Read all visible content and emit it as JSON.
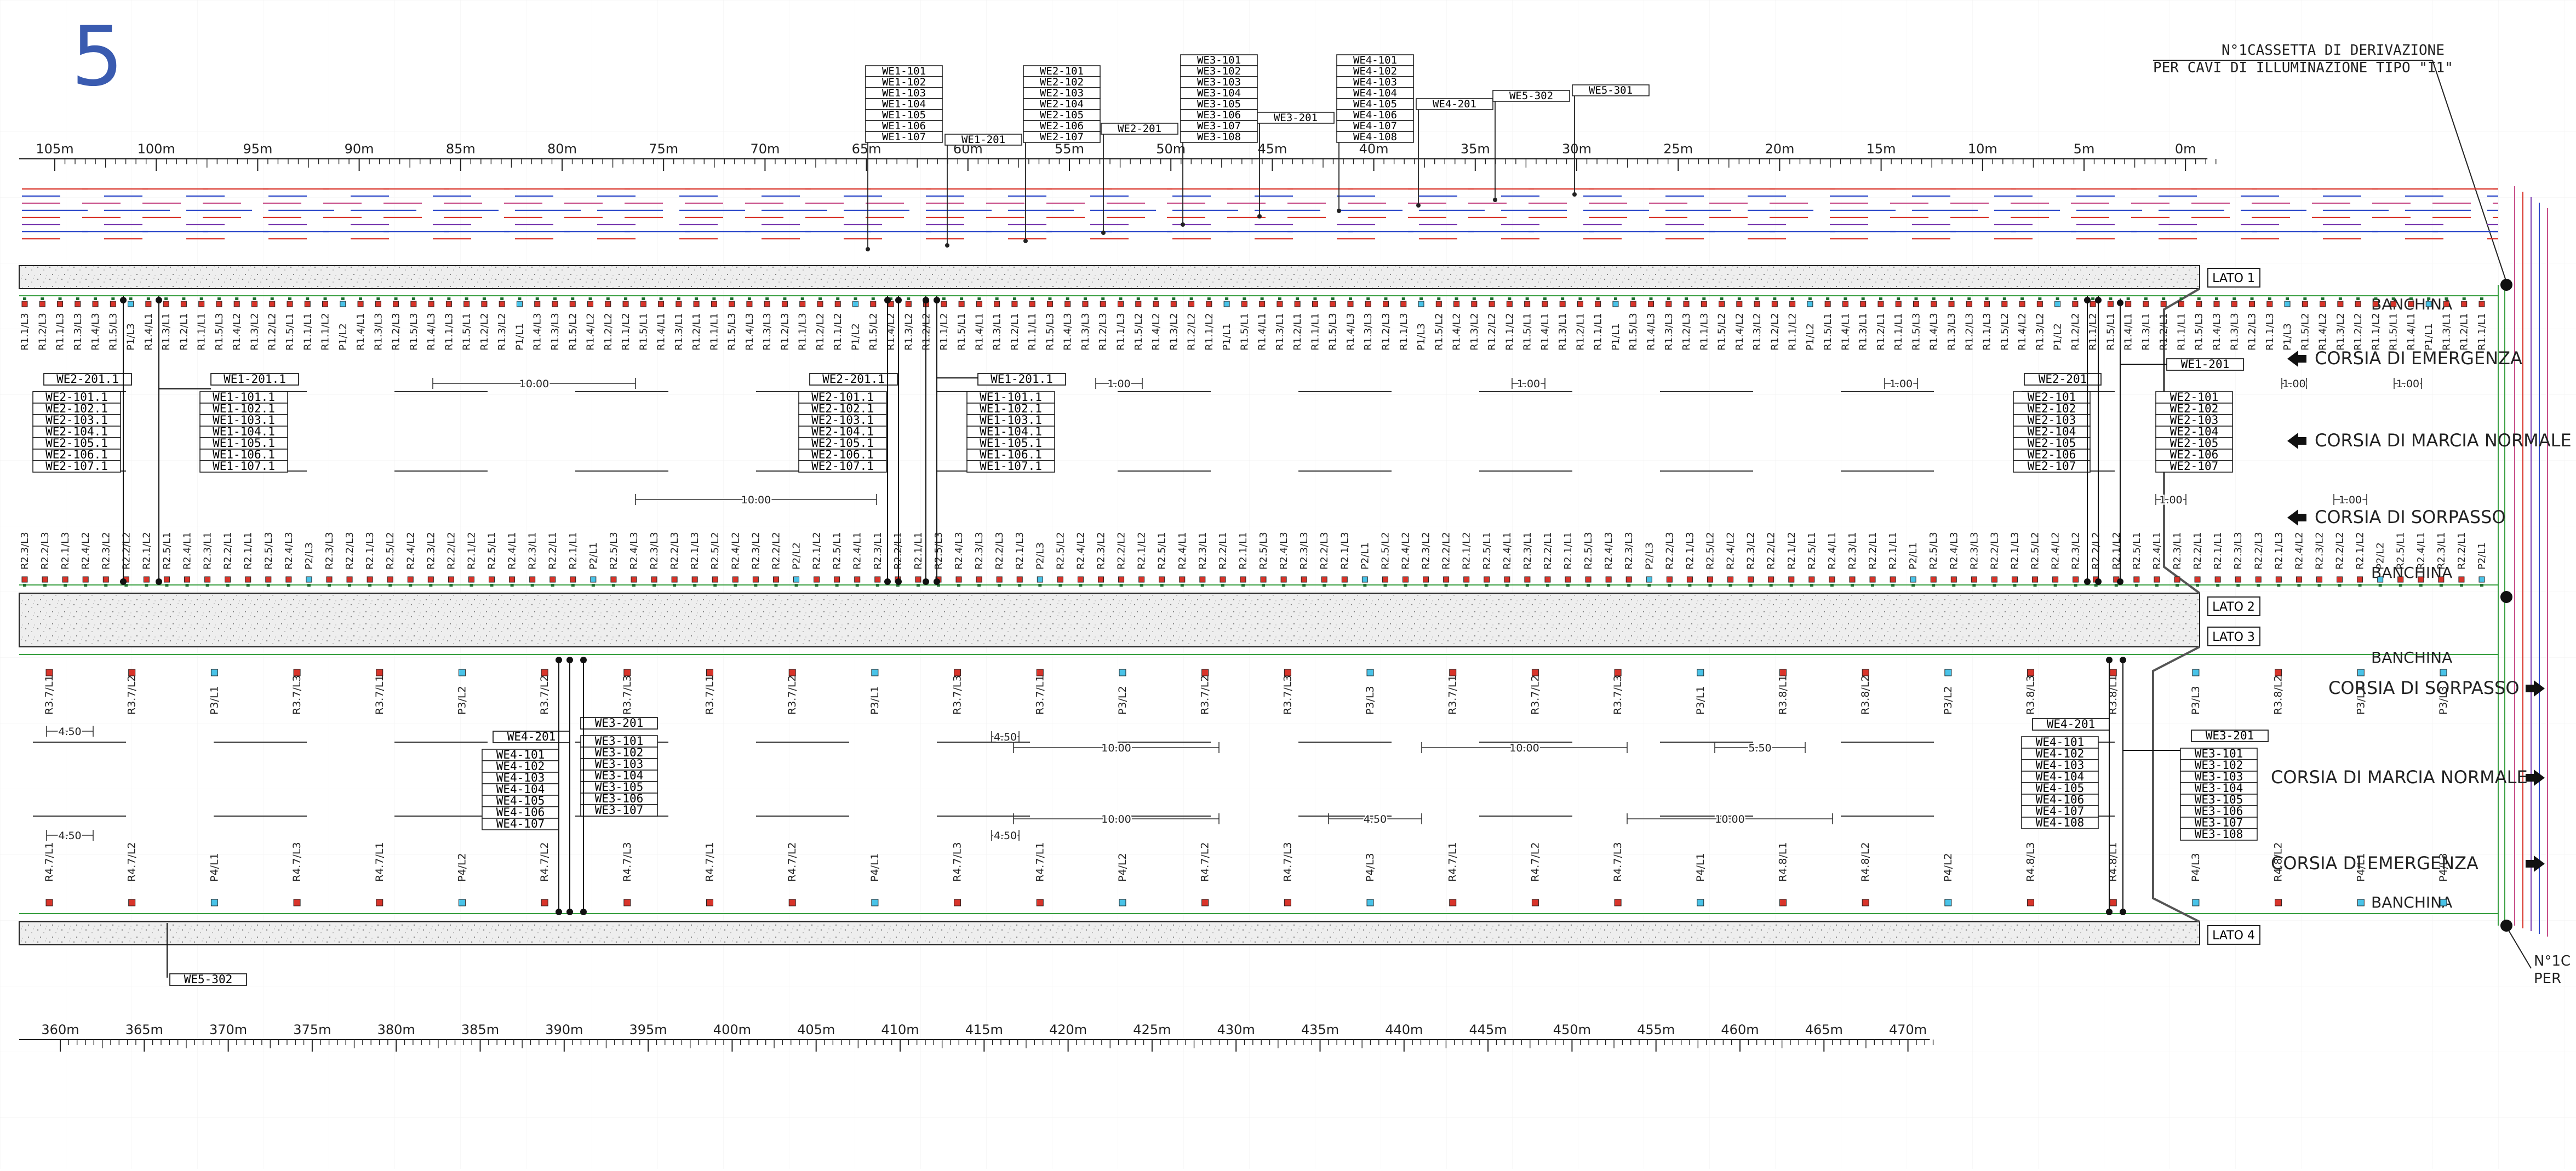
{
  "sheet": {
    "number": "5",
    "colors": {
      "number": "#3a5bb0",
      "line": "#222222",
      "red": "#d9342a",
      "blue": "#2b47c9",
      "cyan": "#49c3e8",
      "green": "#3aa042",
      "pink": "#c8508a",
      "purple": "#7a3bb0",
      "concrete": "#dedede",
      "dimension": "#333333",
      "grid": "#e6e6e6"
    }
  },
  "callout": {
    "line1": "N°1CASSETTA DI DERIVAZIONE",
    "line2": "PER CAVI DI ILLUMINAZIONE TIPO \"I1\"",
    "bottom1": "N°1C",
    "bottom2": "PER"
  },
  "top_scale": {
    "ticks": [
      "105m",
      "100m",
      "95m",
      "90m",
      "85m",
      "80m",
      "75m",
      "70m",
      "65m",
      "60m",
      "55m",
      "50m",
      "45m",
      "40m",
      "35m",
      "30m",
      "25m",
      "20m",
      "15m",
      "10m",
      "5m",
      "0m"
    ]
  },
  "bottom_scale": {
    "ticks": [
      "360m",
      "365m",
      "370m",
      "375m",
      "380m",
      "385m",
      "390m",
      "395m",
      "400m",
      "405m",
      "410m",
      "415m",
      "420m",
      "425m",
      "430m",
      "435m",
      "440m",
      "445m",
      "450m",
      "455m",
      "460m",
      "465m",
      "470m"
    ]
  },
  "top_groups": [
    {
      "labels": [
        "WE1-101",
        "WE1-102",
        "WE1-103",
        "WE1-104",
        "WE1-105",
        "WE1-106",
        "WE1-107"
      ]
    },
    {
      "labels": [
        "WE1-201"
      ]
    },
    {
      "labels": [
        "WE2-101",
        "WE2-102",
        "WE2-103",
        "WE2-104",
        "WE2-105",
        "WE2-106",
        "WE2-107"
      ]
    },
    {
      "labels": [
        "WE2-201"
      ]
    },
    {
      "labels": [
        "WE3-101",
        "WE3-102",
        "WE3-103",
        "WE3-104",
        "WE3-105",
        "WE3-106",
        "WE3-107",
        "WE3-108"
      ]
    },
    {
      "labels": [
        "WE3-201"
      ]
    },
    {
      "labels": [
        "WE4-101",
        "WE4-102",
        "WE4-103",
        "WE4-104",
        "WE4-105",
        "WE4-106",
        "WE4-107",
        "WE4-108"
      ]
    },
    {
      "labels": [
        "WE4-201"
      ]
    },
    {
      "labels": [
        "WE5-302"
      ]
    },
    {
      "labels": [
        "WE5-301"
      ]
    }
  ],
  "sides": {
    "lato1": "LATO 1",
    "lato2": "LATO 2",
    "lato3": "LATO 3",
    "lato4": "LATO 4"
  },
  "lanes_upper": {
    "banchina_top": "BANCHINA",
    "emergenza": "CORSIA DI EMERGENZA",
    "marcia": "CORSIA DI MARCIA NORMALE",
    "sorpasso": "CORSIA DI SORPASSO",
    "banchina_bottom": "BANCHINA"
  },
  "lanes_lower": {
    "banchina_top": "BANCHINA",
    "sorpasso": "CORSIA DI SORPASSO",
    "marcia": "CORSIA DI MARCIA NORMALE",
    "emergenza": "CORSIA DI EMERGENZA",
    "banchina_bottom": "BANCHINA"
  },
  "upper_boxes": {
    "we2_left": {
      "head": "WE2-201.1",
      "labels": [
        "WE2-101.1",
        "WE2-102.1",
        "WE2-103.1",
        "WE2-104.1",
        "WE2-105.1",
        "WE2-106.1",
        "WE2-107.1"
      ]
    },
    "we1_left": {
      "head": "WE1-201.1",
      "labels": [
        "WE1-101.1",
        "WE1-102.1",
        "WE1-103.1",
        "WE1-104.1",
        "WE1-105.1",
        "WE1-106.1",
        "WE1-107.1"
      ]
    },
    "we2_mid": {
      "head": "WE2-201.1",
      "labels": [
        "WE2-101.1",
        "WE2-102.1",
        "WE2-103.1",
        "WE2-104.1",
        "WE2-105.1",
        "WE2-106.1",
        "WE2-107.1"
      ]
    },
    "we1_mid": {
      "head": "WE1-201.1",
      "labels": [
        "WE1-101.1",
        "WE1-102.1",
        "WE1-103.1",
        "WE1-104.1",
        "WE1-105.1",
        "WE1-106.1",
        "WE1-107.1"
      ]
    },
    "we2_right": {
      "head": "WE2-201",
      "labels": [
        "WE2-101",
        "WE2-102",
        "WE2-103",
        "WE2-104",
        "WE2-105",
        "WE2-106",
        "WE2-107"
      ]
    },
    "we1_right": {
      "head": "WE1-201",
      "labels": [
        "WE2-101",
        "WE2-102",
        "WE2-103",
        "WE2-104",
        "WE2-105",
        "WE2-106",
        "WE2-107"
      ]
    }
  },
  "lower_boxes": {
    "we4_left": {
      "head": "WE4-201",
      "labels": [
        "WE4-101",
        "WE4-102",
        "WE4-103",
        "WE4-104",
        "WE4-105",
        "WE4-106",
        "WE4-107"
      ]
    },
    "we3_left": {
      "head": "WE3-201",
      "labels": [
        "WE3-101",
        "WE3-102",
        "WE3-103",
        "WE3-104",
        "WE3-105",
        "WE3-106",
        "WE3-107"
      ]
    },
    "we4_right": {
      "head": "WE4-201",
      "labels": [
        "WE4-101",
        "WE4-102",
        "WE4-103",
        "WE4-104",
        "WE4-105",
        "WE4-106",
        "WE4-107",
        "WE4-108"
      ]
    },
    "we3_right": {
      "head": "WE3-201",
      "labels": [
        "WE3-101",
        "WE3-102",
        "WE3-103",
        "WE3-104",
        "WE3-105",
        "WE3-106",
        "WE3-107",
        "WE3-108"
      ]
    },
    "we5": {
      "head": "WE5-302"
    }
  },
  "dimensions": {
    "d10": "10.00",
    "d1": "1.00",
    "d450": "4.50",
    "d550": "5.50"
  },
  "fixture_rows": {
    "row_a": [
      "R1.1/L3",
      "R1.2/L3",
      "R1.1/L3",
      "R1.3/L3",
      "R1.4/L3",
      "R1.5/L3",
      "P1/L3",
      "R1.4/L1",
      "R1.3/L1",
      "R1.2/L1",
      "R1.1/L1",
      "R1.5/L3",
      "R1.4/L2",
      "R1.3/L2",
      "R1.2/L2",
      "R1.5/L1",
      "R1.1/L1",
      "R1.1/L2",
      "P1/L2",
      "R1.4/L1",
      "R1.3/L3",
      "R1.2/L3",
      "R1.5/L3",
      "R1.4/L3",
      "R1.1/L3",
      "R1.5/L1",
      "R1.2/L2",
      "R1.3/L2",
      "P1/L1",
      "R1.4/L3",
      "R1.3/L3",
      "R1.5/L2",
      "R1.4/L2",
      "R1.2/L2",
      "R1.1/L2",
      "R1.5/L1",
      "R1.4/L1",
      "R1.3/L1",
      "R1.2/L1",
      "R1.1/L1",
      "R1.5/L3",
      "R1.4/L3",
      "R1.3/L3",
      "R1.2/L3",
      "R1.1/L3",
      "R1.2/L2",
      "R1.1/L2",
      "P1/L2",
      "R1.5/L2",
      "R1.4/L2",
      "R1.3/L2",
      "R1.2/L2",
      "R1.1/L2",
      "R1.5/L1",
      "R1.4/L1",
      "R1.3/L1",
      "R1.2/L1",
      "R1.1/L1",
      "R1.5/L3",
      "R1.4/L3",
      "R1.3/L3",
      "R1.2/L3",
      "R1.1/L3",
      "R1.5/L2",
      "R1.4/L2",
      "R1.3/L2",
      "R1.2/L2",
      "R1.1/L2",
      "P1/L1",
      "R1.5/L1",
      "R1.4/L1",
      "R1.3/L1",
      "R1.2/L1",
      "R1.1/L1",
      "R1.5/L3",
      "R1.4/L3",
      "R1.3/L3",
      "R1.2/L3",
      "R1.1/L3",
      "P1/L3",
      "R1.5/L2",
      "R1.4/L2",
      "R1.3/L2",
      "R1.2/L2",
      "R1.1/L2",
      "R1.5/L1",
      "R1.4/L1",
      "R1.3/L1",
      "R1.2/L1",
      "R1.1/L1",
      "P1/L1",
      "R1.5/L3",
      "R1.4/L3",
      "R1.3/L3",
      "R1.2/L3",
      "R1.1/L3",
      "R1.5/L2",
      "R1.4/L2",
      "R1.3/L2",
      "R1.2/L2",
      "R1.1/L2",
      "P1/L2",
      "R1.5/L1",
      "R1.4/L1",
      "R1.3/L1",
      "R1.2/L1",
      "R1.1/L1",
      "R1.5/L3",
      "R1.4/L3",
      "R1.3/L3",
      "R1.2/L3",
      "R1.1/L3",
      "R1.5/L2",
      "R1.4/L2",
      "R1.3/L2",
      "P1/L2",
      "R1.2/L2",
      "R1.1/L2",
      "R1.5/L1",
      "R1.4/L1",
      "R1.3/L1",
      "R1.2/L1",
      "R1.1/L1",
      "R1.5/L3",
      "R1.4/L3",
      "R1.3/L3",
      "R1.2/L3",
      "R1.1/L3",
      "P1/L3",
      "R1.5/L2",
      "R1.4/L2",
      "R1.3/L2",
      "R1.2/L2",
      "R1.1/L2",
      "R1.5/L1",
      "R1.4/L1",
      "P1/L1",
      "R1.3/L1",
      "R1.2/L1",
      "R1.1/L1"
    ],
    "row_b": [
      "R2.3/L3",
      "R2.2/L3",
      "R2.1/L3",
      "R2.4/L2",
      "R2.3/L2",
      "R2.2/L2",
      "R2.1/L2",
      "R2.5/L1",
      "R2.4/L1",
      "R2.3/L1",
      "R2.2/L1",
      "R2.1/L1",
      "R2.5/L3",
      "R2.4/L3",
      "P2/L3",
      "R2.3/L3",
      "R2.2/L3",
      "R2.1/L3",
      "R2.5/L2",
      "R2.4/L2",
      "R2.3/L2",
      "R2.2/L2",
      "R2.1/L2",
      "R2.5/L1",
      "R2.4/L1",
      "R2.3/L1",
      "R2.2/L1",
      "R2.1/L1",
      "P2/L1",
      "R2.5/L3",
      "R2.4/L3",
      "R2.3/L3",
      "R2.2/L3",
      "R2.1/L3",
      "R2.5/L2",
      "R2.4/L2",
      "R2.3/L2",
      "R2.2/L2",
      "P2/L2",
      "R2.1/L2",
      "R2.5/L1",
      "R2.4/L1",
      "R2.3/L1",
      "R2.2/L1",
      "R2.1/L1",
      "R2.5/L3",
      "R2.4/L3",
      "R2.3/L3",
      "R2.2/L3",
      "R2.1/L3",
      "P2/L3",
      "R2.5/L2",
      "R2.4/L2",
      "R2.3/L2",
      "R2.2/L2",
      "R2.1/L2",
      "R2.5/L1",
      "R2.4/L1",
      "R2.3/L1",
      "R2.2/L1",
      "R2.1/L1",
      "R2.5/L3",
      "R2.4/L3",
      "R2.3/L3",
      "R2.2/L3",
      "R2.1/L3",
      "P2/L1",
      "R2.5/L2",
      "R2.4/L2",
      "R2.3/L2",
      "R2.2/L2",
      "R2.1/L2",
      "R2.5/L1",
      "R2.4/L1",
      "R2.3/L1",
      "R2.2/L1",
      "R2.1/L1",
      "R2.5/L3",
      "R2.4/L3",
      "R2.3/L3",
      "P2/L3",
      "R2.2/L3",
      "R2.1/L3",
      "R2.5/L2",
      "R2.4/L2",
      "R2.3/L2",
      "R2.2/L2",
      "R2.1/L2",
      "R2.5/L1",
      "R2.4/L1",
      "R2.3/L1",
      "R2.2/L1",
      "R2.1/L1",
      "P2/L1",
      "R2.5/L3",
      "R2.4/L3",
      "R2.3/L3",
      "R2.2/L3",
      "R2.1/L3",
      "R2.5/L2",
      "R2.4/L2",
      "R2.3/L2",
      "R2.2/L2",
      "R2.1/L2",
      "R2.5/L1",
      "R2.4/L1",
      "R2.3/L1",
      "R2.2/L1",
      "R2.1/L1",
      "R2.3/L3",
      "R2.2/L3",
      "R2.1/L3",
      "R2.4/L2",
      "R2.3/L2",
      "R2.2/L2",
      "R2.1/L2",
      "P2/L2",
      "R2.5/L1",
      "R2.4/L1",
      "R2.3/L1",
      "R2.2/L1",
      "P2/L1"
    ],
    "row_c": [
      "R3.7/L1",
      "R3.7/L2",
      "P3/L1",
      "R3.7/L3",
      "R3.7/L1",
      "P3/L2",
      "R3.7/L2",
      "R3.7/L3",
      "R3.7/L1",
      "R3.7/L2",
      "P3/L1",
      "R3.7/L3",
      "R3.7/L1",
      "P3/L2",
      "R3.7/L2",
      "R3.7/L3",
      "P3/L3",
      "R3.7/L1",
      "R3.7/L2",
      "R3.7/L3",
      "P3/L1",
      "R3.8/L1",
      "R3.8/L2",
      "P3/L2",
      "R3.8/L3",
      "R3.8/L1",
      "P3/L3",
      "R3.8/L2",
      "P3/L1",
      "P3/L3"
    ],
    "row_d": [
      "R4.7/L1",
      "R4.7/L2",
      "P4/L1",
      "R4.7/L3",
      "R4.7/L1",
      "P4/L2",
      "R4.7/L2",
      "R4.7/L3",
      "R4.7/L1",
      "R4.7/L2",
      "P4/L1",
      "R4.7/L3",
      "R4.7/L1",
      "P4/L2",
      "R4.7/L2",
      "R4.7/L3",
      "P4/L3",
      "R4.7/L1",
      "R4.7/L2",
      "R4.7/L3",
      "P4/L1",
      "R4.8/L1",
      "R4.8/L2",
      "P4/L2",
      "R4.8/L3",
      "R4.8/L1",
      "P4/L3",
      "R4.8/L2",
      "P4/L1",
      "P4/L3"
    ]
  }
}
